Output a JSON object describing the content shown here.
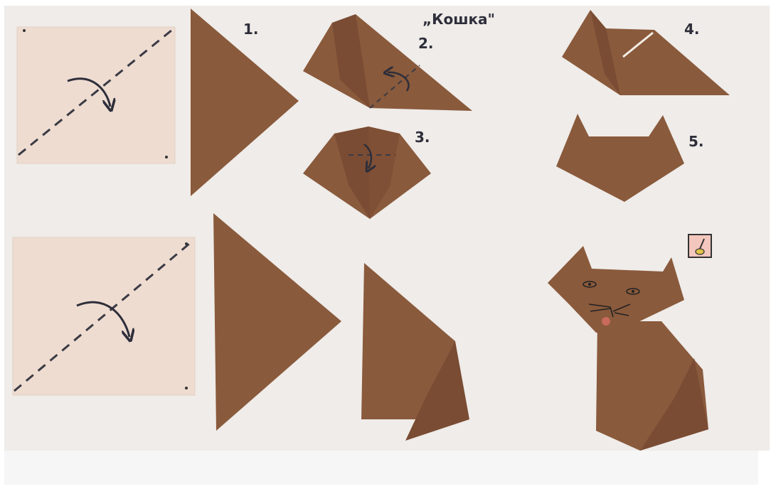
{
  "title": "„Кошка\"",
  "steps": {
    "s1": "1.",
    "s2": "2.",
    "s3": "3.",
    "s4": "4.",
    "s5": "5."
  },
  "colors": {
    "paper_bg": "#efece9",
    "square_fill": "#eedcd1",
    "origami_brown": "#8a5a3c",
    "origami_dark": "#6f4530",
    "ink": "#2e2e3a",
    "lower_strip": "#f6f6f6"
  },
  "icons": {
    "tool": "glue-brush-icon"
  }
}
